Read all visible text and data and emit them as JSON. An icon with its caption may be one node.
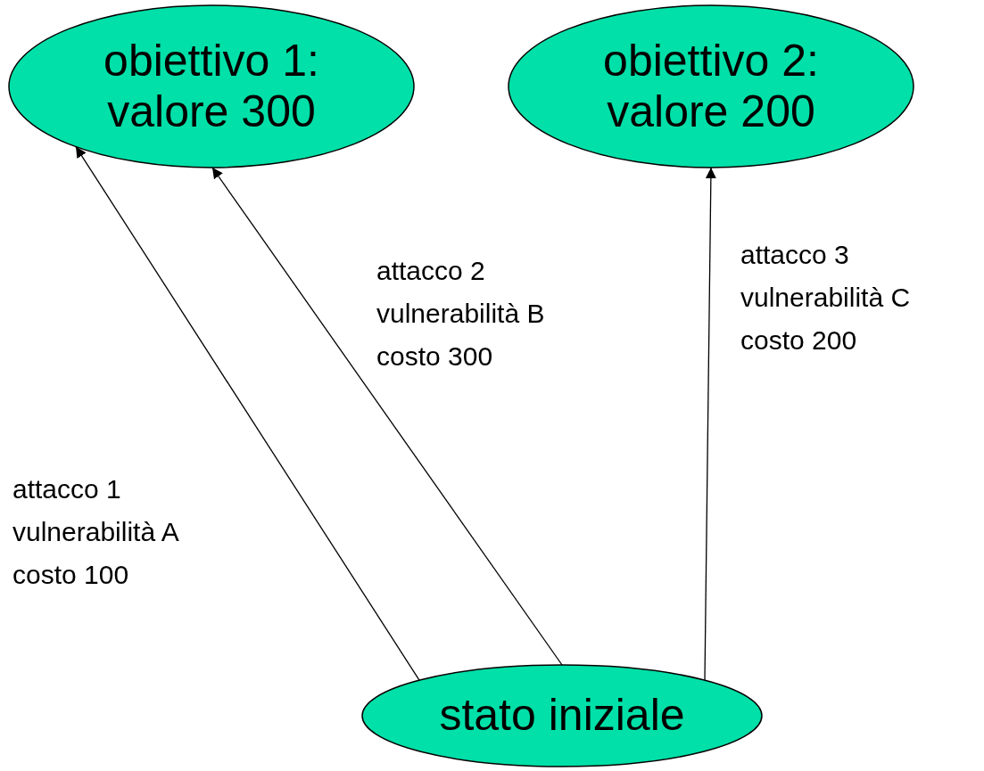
{
  "diagram": {
    "nodes": [
      {
        "text": [
          "obiettivo 1: valore 300"
        ]
      },
      {
        "text": [
          "obiettivo 2: valore 200"
        ]
      },
      {
        "text": [
          "stato iniziale"
        ]
      }
    ],
    "edges": [
      {
        "from": 2,
        "to": 0,
        "arrow": "to",
        "label": "attacco 1 vulnerabilità A costo 100"
      },
      {
        "from": 2,
        "to": 0,
        "arrow": "to",
        "label": "attacco 2 vulnerabilità B costo 300"
      },
      {
        "from": 2,
        "to": 1,
        "arrow": "to",
        "label": "attacco 3 vulnerabilità C costo 200"
      }
    ]
  }
}
